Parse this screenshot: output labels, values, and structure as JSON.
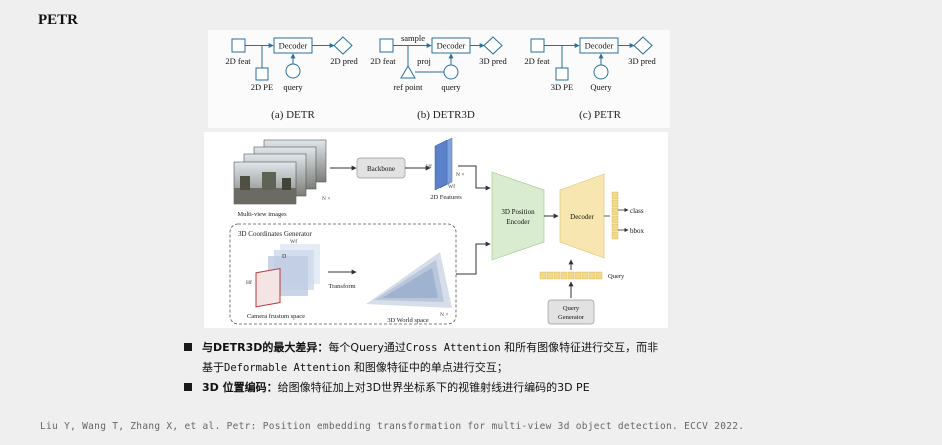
{
  "title": "PETR",
  "top_figure": {
    "panels": [
      {
        "caption": "(a) DETR",
        "labels": {
          "feat": "2D feat",
          "decoder": "Decoder",
          "pred": "2D pred",
          "pe": "2D PE",
          "query": "query"
        }
      },
      {
        "caption": "(b) DETR3D",
        "labels": {
          "feat": "2D feat",
          "decoder": "Decoder",
          "pred": "3D pred",
          "sample": "sample",
          "proj": "proj",
          "ref": "ref point",
          "query": "query"
        }
      },
      {
        "caption": "(c) PETR",
        "labels": {
          "feat": "2D feat",
          "decoder": "Decoder",
          "pred": "3D pred",
          "pe": "3D PE",
          "query": "Query"
        }
      }
    ]
  },
  "main_figure": {
    "multiview_label": "Multi-view images",
    "backbone": "Backbone",
    "features_label": "2D Features",
    "hf": "Hf",
    "wf": "Wf",
    "nx": "N ×",
    "generator_title": "3D Coordinates Generator",
    "d": "D",
    "frustum_label": "Camera frustum space",
    "transform": "Transform",
    "world_label": "3D World space",
    "position_encoder": [
      "3D Position",
      "Encoder"
    ],
    "decoder": "Decoder",
    "class": "class",
    "bbox": "bbox",
    "query": "Query",
    "query_generator": [
      "Query",
      "Generator"
    ]
  },
  "bullets": [
    {
      "bold": "与DETR3D的最大差异：",
      "line1_pre": "每个Query通过",
      "line1_mono1": "Cross Attention",
      "line1_mid": " 和所有图像特征进行交互，而非",
      "line2_pre": "基于",
      "line2_mono": "Deformable Attention",
      "line2_post": " 和图像特征中的单点进行交互；"
    },
    {
      "bold": "3D 位置编码：",
      "text": "给图像特征加上对3D世界坐标系下的视锥射线进行编码的3D PE"
    }
  ],
  "citation": "Liu Y, Wang T, Zhang X, et al. Petr: Position embedding transformation for multi-view 3d object detection. ECCV 2022.",
  "colors": {
    "line_blue": "#2a6f9e",
    "feature_blue": "#5b82c9",
    "encoder_green": "#d9ecd0",
    "decoder_yellow": "#f7e6b0",
    "query_yellow": "#f1d98a"
  }
}
